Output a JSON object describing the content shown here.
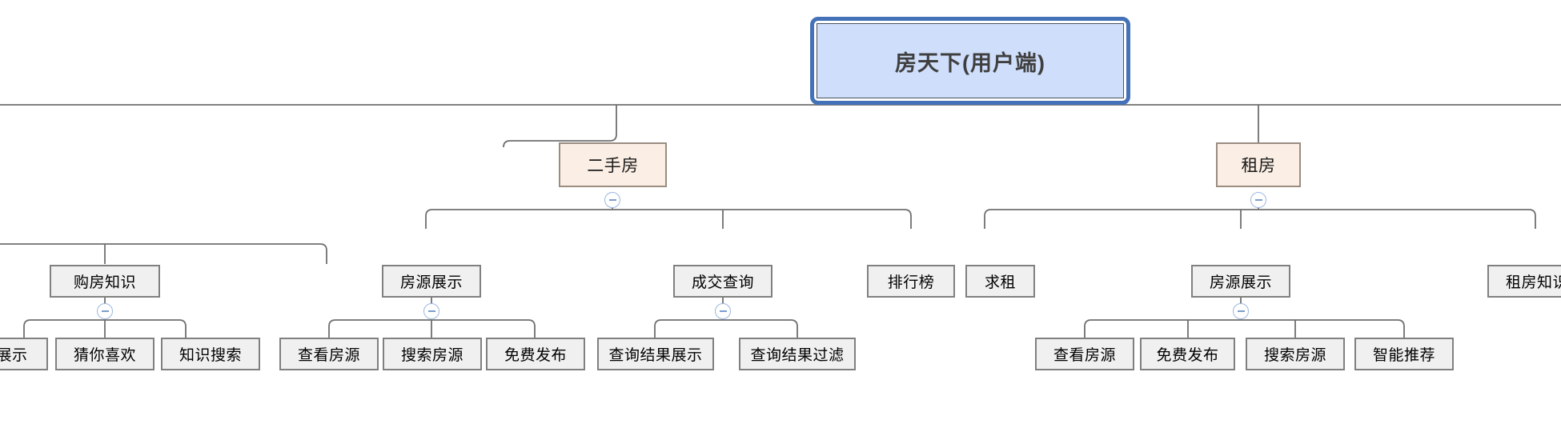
{
  "diagram": {
    "type": "tree-mindmap",
    "title": "房天下(用户端)",
    "orientation": "top-down",
    "colors": {
      "root_fill": "#cfdefa",
      "root_selection_border": "#4472b8",
      "level1_fill": "#fbeee4",
      "level1_border": "#9a8d80",
      "node_fill": "#f0f0f0",
      "node_border": "#808080",
      "edge": "#6f6f6f",
      "toggle_border": "#9cb8e0",
      "toggle_glyph": "#7a9ccf"
    },
    "root": {
      "label": "房天下(用户端)"
    },
    "nodes": {
      "branch_ershoufang": {
        "label": "二手房"
      },
      "branch_zufang": {
        "label": "租房"
      },
      "goufangzhishi": {
        "label": "购房知识"
      },
      "goufangzhishi_c1": {
        "label": "展示"
      },
      "goufangzhishi_c2": {
        "label": "猜你喜欢"
      },
      "goufangzhishi_c3": {
        "label": "知识搜索"
      },
      "fangyuanzhanshi_a": {
        "label": "房源展示"
      },
      "fangyuanzhanshi_a_c1": {
        "label": "查看房源"
      },
      "fangyuanzhanshi_a_c2": {
        "label": "搜索房源"
      },
      "fangyuanzhanshi_a_c3": {
        "label": "免费发布"
      },
      "chengjiaochaxun": {
        "label": "成交查询"
      },
      "chengjiaochaxun_c1": {
        "label": "查询结果展示"
      },
      "chengjiaochaxun_c2": {
        "label": "查询结果过滤"
      },
      "paihangbang": {
        "label": "排行榜"
      },
      "qiuzu": {
        "label": "求租"
      },
      "fangyuanzhanshi_b": {
        "label": "房源展示"
      },
      "fangyuanzhanshi_b_c1": {
        "label": "查看房源"
      },
      "fangyuanzhanshi_b_c2": {
        "label": "免费发布"
      },
      "fangyuanzhanshi_b_c3": {
        "label": "搜索房源"
      },
      "fangyuanzhanshi_b_c4": {
        "label": "智能推荐"
      },
      "zufangzhishi": {
        "label": "租房知识"
      }
    },
    "toggles": [
      {
        "name": "collapse-toggle-ershoufang",
        "state": "expanded",
        "glyph": "minus"
      },
      {
        "name": "collapse-toggle-zufang",
        "state": "expanded",
        "glyph": "minus"
      },
      {
        "name": "collapse-toggle-goufangzhishi",
        "state": "expanded",
        "glyph": "minus"
      },
      {
        "name": "collapse-toggle-fangyuanzhanshi-a",
        "state": "expanded",
        "glyph": "minus"
      },
      {
        "name": "collapse-toggle-chengjiaochaxun",
        "state": "expanded",
        "glyph": "minus"
      },
      {
        "name": "collapse-toggle-fangyuanzhanshi-b",
        "state": "expanded",
        "glyph": "minus"
      }
    ]
  }
}
